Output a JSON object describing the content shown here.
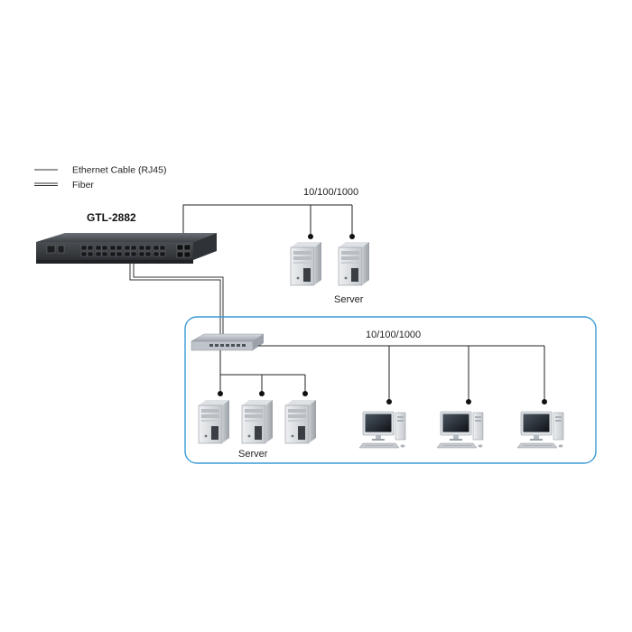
{
  "legend": {
    "items": [
      {
        "line_style": "single",
        "label": "Ethernet Cable (RJ45)"
      },
      {
        "line_style": "double",
        "label": "Fiber"
      }
    ]
  },
  "core_switch": {
    "model_label": "GTL-2882"
  },
  "top_group": {
    "speed_label": "10/100/1000",
    "devices_label": "Server",
    "server_count": 2
  },
  "lan_group": {
    "speed_label": "10/100/1000",
    "servers_label": "Server",
    "server_count": 3,
    "workstation_count": 3,
    "frame_color": "#3b9bd6"
  },
  "icons": [
    "switch-icon",
    "server-icon",
    "desktop-computer-icon",
    "hub-switch-icon"
  ]
}
